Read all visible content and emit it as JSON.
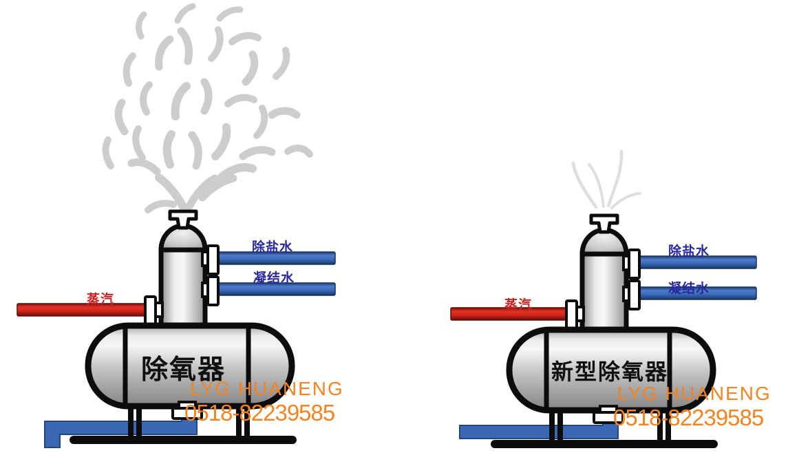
{
  "colors": {
    "pipe_blue": "#3a68b4",
    "pipe_red": "#d32a1e",
    "label_blue": "#28289e",
    "label_red": "#cc1f1f",
    "watermark_orange": "#f5831f",
    "steam_gray": "#cdcdcd",
    "steam_gray_light": "#dedede",
    "outline": "#0c0c0c"
  },
  "units": [
    {
      "name": "conventional-deaerator",
      "vessel_label": "除氧器",
      "inlet_top_label": "除盐水",
      "inlet_mid_label": "凝结水",
      "steam_label": "蒸汽",
      "watermark_line1": "LYG HUANENG",
      "watermark_line2": "0518-82239585"
    },
    {
      "name": "new-type-deaerator",
      "vessel_label": "新型除氧器",
      "inlet_top_label": "除盐水",
      "inlet_mid_label": "凝结水",
      "steam_label": "蒸汽",
      "watermark_line1": "LYG HUANENG",
      "watermark_line2": "0518-82239585"
    }
  ]
}
